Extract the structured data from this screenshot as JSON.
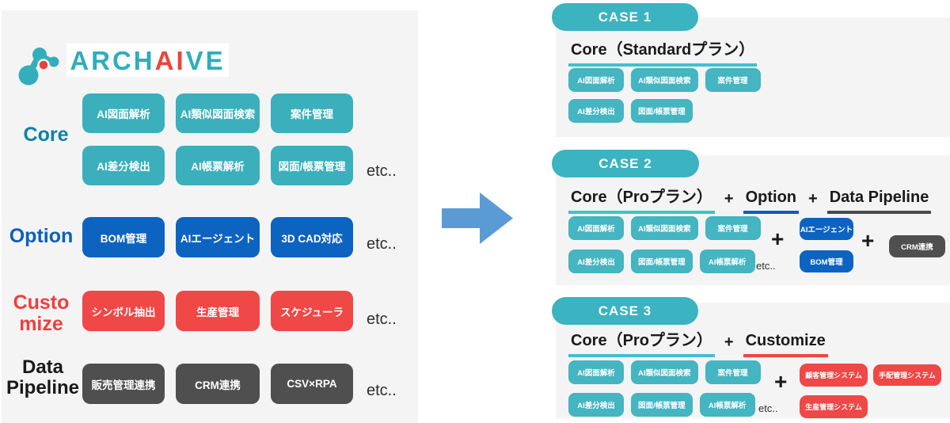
{
  "brand": {
    "logo_mark_icon": "molecule-logo",
    "name_part1": "ARCH",
    "name_part2": "AI",
    "name_part3": "VE"
  },
  "left_panel": {
    "core": {
      "label": "Core",
      "row1": [
        "AI図面解析",
        "AI類似図面検索",
        "案件管理"
      ],
      "row2": [
        "AI差分検出",
        "AI帳票解析",
        "図面/帳票管理"
      ],
      "etc": "etc.."
    },
    "option": {
      "label": "Option",
      "row1": [
        "BOM管理",
        "AIエージェント",
        "3D CAD対応"
      ],
      "etc": "etc.."
    },
    "customize": {
      "label_line1": "Custo",
      "label_line2": "mize",
      "row1": [
        "シンボル抽出",
        "生産管理",
        "スケジューラ"
      ],
      "etc": "etc.."
    },
    "data_pipeline": {
      "label_line1": "Data",
      "label_line2": "Pipeline",
      "row1": [
        "販売管理連携",
        "CRM連携",
        "CSV×RPA"
      ],
      "etc": "etc.."
    }
  },
  "arrow_icon": "right-arrow",
  "cases": {
    "case1": {
      "badge": "CASE 1",
      "heading": "Core（Standardプラン）",
      "core_row1": [
        "AI図面解析",
        "AI類似図面検索",
        "案件管理"
      ],
      "core_row2": [
        "AI差分検出",
        "図面/帳票管理"
      ]
    },
    "case2": {
      "badge": "CASE 2",
      "heading_core": "Core（Proプラン）",
      "plus1": "+",
      "heading_option": "Option",
      "plus2": "+",
      "heading_pipeline": "Data Pipeline",
      "core_row1": [
        "AI図面解析",
        "AI類似図面検索",
        "案件管理"
      ],
      "core_row2": [
        "AI差分検出",
        "図面/帳票管理",
        "AI帳票解析"
      ],
      "etc": "etc..",
      "plus_option": "+",
      "option_buttons": [
        "AIエージェント",
        "BOM管理"
      ],
      "plus_pipeline": "+",
      "pipeline_buttons": [
        "CRM連携"
      ]
    },
    "case3": {
      "badge": "CASE 3",
      "heading_core": "Core（Proプラン）",
      "plus1": "+",
      "heading_customize": "Customize",
      "core_row1": [
        "AI図面解析",
        "AI類似図面検索",
        "案件管理"
      ],
      "core_row2": [
        "AI差分検出",
        "図面/帳票管理",
        "AI帳票解析"
      ],
      "etc": "etc..",
      "plus_customize": "+",
      "customize_row1": [
        "顧客管理システム",
        "手配管理システム"
      ],
      "customize_row2": [
        "生産管理システム"
      ]
    }
  },
  "colors": {
    "teal": "#3BAFBC",
    "teal_underline": "#3FC1CE",
    "blue": "#0D63C0",
    "blue_label": "#0B5FB8",
    "red": "#F04747",
    "red_label": "#F03E3E",
    "dark": "#4F4F4F",
    "core_label": "#0E80A5",
    "arrow": "#5B9BD5",
    "panel_bg": "#F4F4F5",
    "text_dark": "#1A1A1A"
  }
}
